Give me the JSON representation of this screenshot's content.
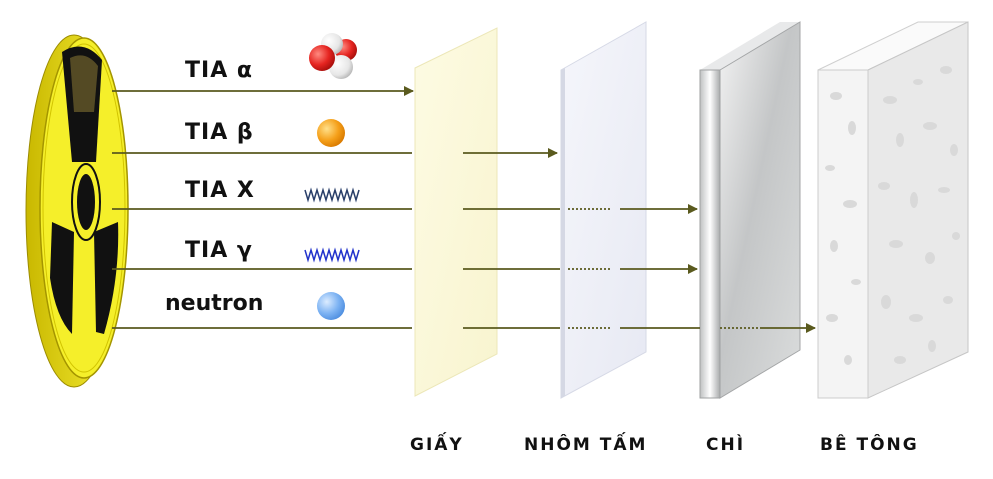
{
  "rays": [
    {
      "label": "TIA α",
      "icon": "alpha-particle-icon",
      "color": "#e52420"
    },
    {
      "label": "TIA β",
      "icon": "beta-particle-icon",
      "color": "#f39c12"
    },
    {
      "label": "TIA X",
      "icon": "x-ray-wave-icon",
      "color": "#2a3f6a"
    },
    {
      "label": "TIA γ",
      "icon": "gamma-ray-wave-icon",
      "color": "#2233cc"
    },
    {
      "label": "neutron",
      "icon": "neutron-icon",
      "color": "#6aa8f0"
    }
  ],
  "barriers": [
    {
      "label": "GIẤY"
    },
    {
      "label": "NHÔM TẤM"
    },
    {
      "label": "CHÌ"
    },
    {
      "label": "BÊ TÔNG"
    }
  ],
  "colors": {
    "arrow": "#5a5a1e",
    "radiation_yellow": "#f5ef2a",
    "radiation_black": "#111111",
    "paper": "#fbf8d8",
    "aluminium": "#eef0f8",
    "lead": "#c9cbcc",
    "concrete": "#f2f2f2"
  }
}
